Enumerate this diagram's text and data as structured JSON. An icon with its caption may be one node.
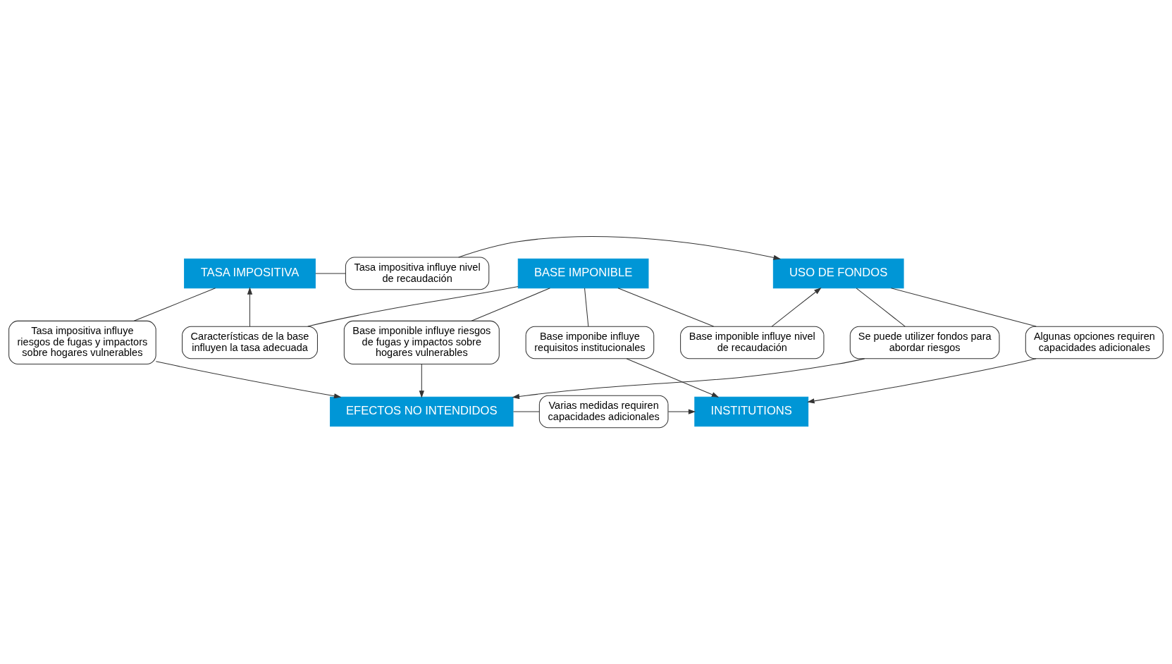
{
  "diagram": {
    "nodes": [
      {
        "text": [
          "TASA IMPOSITIVA"
        ]
      },
      {
        "text": [
          "Tasa impositiva influye nivel de recaudación"
        ]
      },
      {
        "text": [
          "USO DE FONDOS"
        ]
      },
      {
        "text": [
          "Tasa impositiva influye riesgos de fugas y impactors sobre hogares vulnerables"
        ]
      },
      {
        "text": [
          "Características de la base influyen la tasa adecuada"
        ]
      },
      {
        "text": [
          "Base imponible influye nivel de recaudación"
        ]
      },
      {
        "text": [
          "Algunas opciones requiren capacidades adicionales"
        ]
      },
      {
        "text": [
          "BASE IMPONIBLE"
        ]
      },
      {
        "text": [
          "Se puede utilizer fondos para abordar riesgos"
        ]
      },
      {
        "text": [
          "Base imponible influye riesgos de fugas y impactos sobre hogares vulnerables"
        ]
      },
      {
        "text": [
          "Base imponibe influye requisitos institucionales"
        ]
      },
      {
        "text": [
          "EFECTOS NO INTENDIDOS"
        ]
      },
      {
        "text": [
          "Varias medidas requiren capacidades adicionales"
        ]
      },
      {
        "text": [
          "INSTITUTIONS"
        ]
      }
    ],
    "edges": [
      {
        "from": 0,
        "to": 1,
        "arrow": "none"
      },
      {
        "from": 1,
        "to": 2,
        "arrow": "to"
      },
      {
        "from": 0,
        "to": 3,
        "arrow": "none"
      },
      {
        "from": 3,
        "to": 11,
        "arrow": "to"
      },
      {
        "from": 7,
        "to": 4,
        "arrow": "none"
      },
      {
        "from": 4,
        "to": 0,
        "arrow": "to"
      },
      {
        "from": 7,
        "to": 5,
        "arrow": "none"
      },
      {
        "from": 5,
        "to": 2,
        "arrow": "to"
      },
      {
        "from": 2,
        "to": 6,
        "arrow": "none"
      },
      {
        "from": 6,
        "to": 13,
        "arrow": "to"
      },
      {
        "from": 7,
        "to": 9,
        "arrow": "none"
      },
      {
        "from": 9,
        "to": 11,
        "arrow": "to"
      },
      {
        "from": 7,
        "to": 10,
        "arrow": "none"
      },
      {
        "from": 10,
        "to": 13,
        "arrow": "to"
      },
      {
        "from": 2,
        "to": 8,
        "arrow": "none"
      },
      {
        "from": 8,
        "to": 11,
        "arrow": "to"
      },
      {
        "from": 11,
        "to": 12,
        "arrow": "none"
      },
      {
        "from": 12,
        "to": 13,
        "arrow": "to"
      }
    ]
  }
}
